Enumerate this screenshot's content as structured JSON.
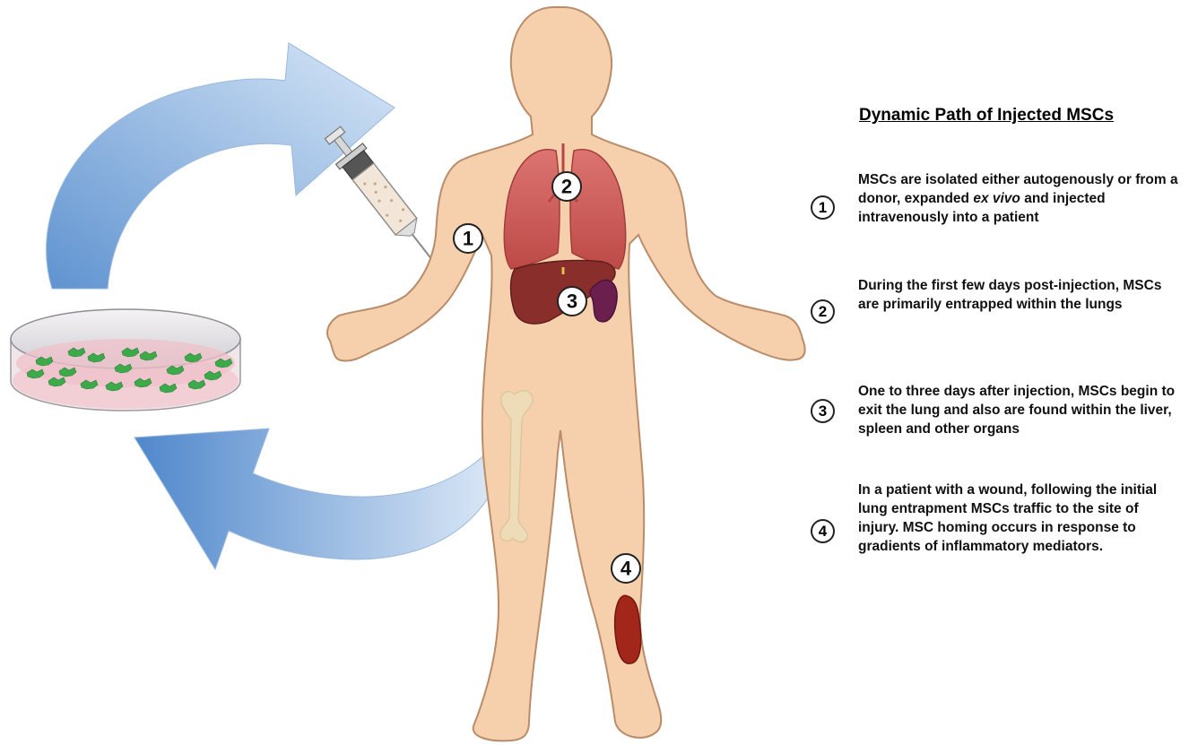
{
  "diagram": {
    "title": "Dynamic Path of Injected MSCs",
    "markers": [
      "1",
      "2",
      "3",
      "4"
    ],
    "steps": [
      {
        "number": "1",
        "text_before": "MSCs are isolated either autogenously or from a donor, expanded ",
        "text_italic": "ex vivo",
        "text_after": " and injected intravenously into a patient"
      },
      {
        "number": "2",
        "text_before": "During the first few days post-injection, MSCs are primarily entrapped within the lungs",
        "text_italic": "",
        "text_after": ""
      },
      {
        "number": "3",
        "text_before": "One to three days after injection, MSCs begin to exit the lung and also are found within the liver, spleen and other organs",
        "text_italic": "",
        "text_after": ""
      },
      {
        "number": "4",
        "text_before": "In a patient with a wound, following the initial lung entrapment MSCs traffic to the site of injury. MSC homing occurs in response to gradients of inflammatory mediators.",
        "text_italic": "",
        "text_after": ""
      }
    ],
    "colors": {
      "skin": "#f6cfac",
      "skin_outline": "#b98c6a",
      "lungs": "#cf5a57",
      "liver": "#8a2e2b",
      "spleen": "#6b1f4e",
      "wound": "#a3261b",
      "arrow": "#6f9fd4",
      "cells": "#3daa4a"
    },
    "icons": [
      "syringe-icon",
      "petri-dish-icon",
      "body-figure",
      "lungs-icon",
      "liver-icon",
      "spleen-icon",
      "bone-icon",
      "wound-icon",
      "cycle-arrow-icon"
    ]
  }
}
